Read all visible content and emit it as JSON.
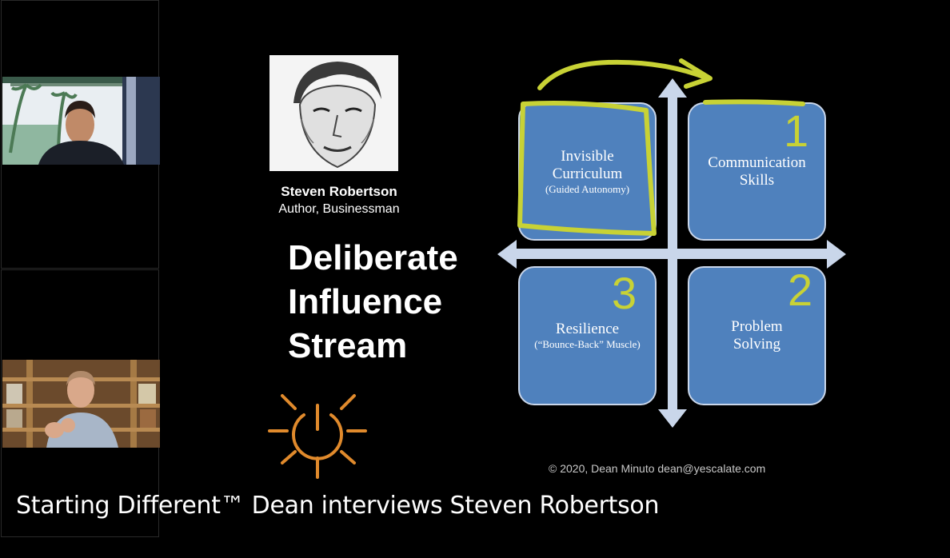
{
  "window": {
    "title": "Starting Different™ Dean interviews Steven Robertson"
  },
  "participants": [
    {
      "role": "host",
      "tile": 1
    },
    {
      "role": "guest",
      "tile": 2
    }
  ],
  "slide": {
    "speaker_name": "Steven Robertson",
    "speaker_role": "Author, Businessman",
    "heading": [
      "Deliberate",
      "Influence",
      "Stream"
    ],
    "quadrants": [
      {
        "title": [
          "Invisible",
          "Curriculum"
        ],
        "subtitle": "(Guided Autonomy)"
      },
      {
        "title": [
          "Communication",
          "Skills"
        ],
        "subtitle": ""
      },
      {
        "title": [
          "Resilience"
        ],
        "subtitle": "(“Bounce-Back” Muscle)"
      },
      {
        "title": [
          "Problem",
          "Solving"
        ],
        "subtitle": ""
      }
    ],
    "annotations": [
      "1",
      "2",
      "3"
    ],
    "copyright": "© 2020, Dean Minuto  dean@yescalate.com",
    "colors": {
      "quadrant": "#4f81bd",
      "axis": "#c9d6ea",
      "ink": "#c8d235",
      "logo": "#e08a2c"
    }
  },
  "caption": "Starting Different™ Dean interviews Steven Robertson"
}
